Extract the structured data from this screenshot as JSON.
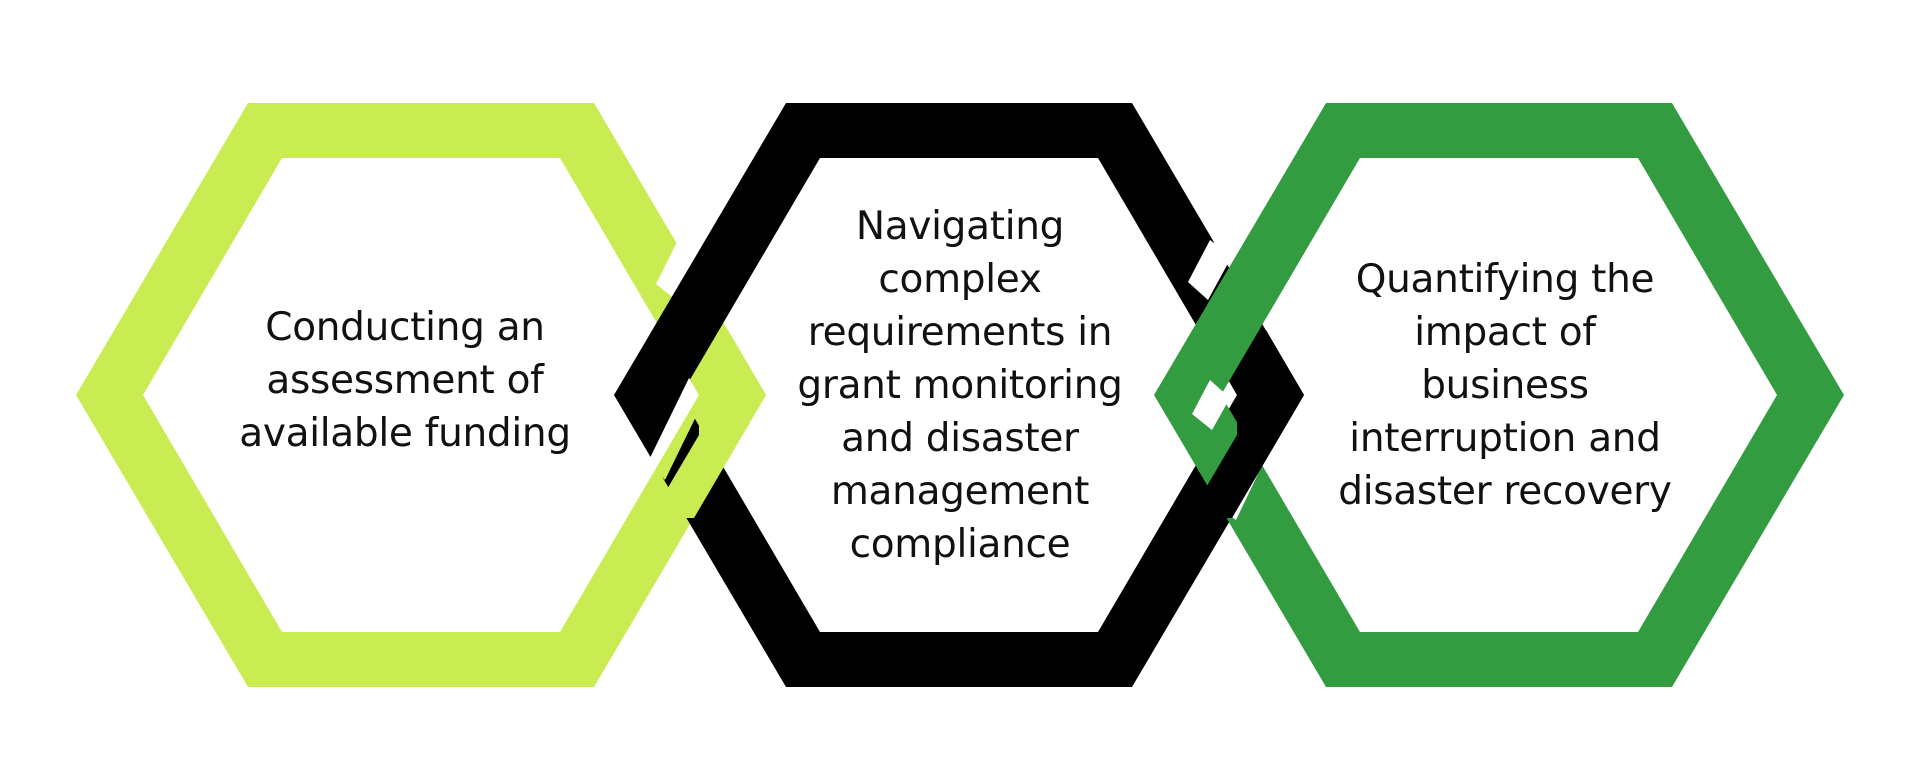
{
  "diagram": {
    "colors": {
      "background": "#ffffff",
      "hex_1": "#c9ec52",
      "hex_2": "#000000",
      "hex_3": "#339c41",
      "text": "#111111"
    },
    "hexagons": [
      {
        "id": "assessment",
        "color_key": "hex_1",
        "lines": [
          "Conducting an",
          "assessment of",
          "available funding"
        ]
      },
      {
        "id": "compliance",
        "color_key": "hex_2",
        "lines": [
          "Navigating",
          "complex",
          "requirements in",
          "grant monitoring",
          "and disaster",
          "management",
          "compliance"
        ]
      },
      {
        "id": "quantifying",
        "color_key": "hex_3",
        "lines": [
          "Quantifying the",
          "impact of",
          "business",
          "interruption and",
          "disaster recovery"
        ]
      }
    ]
  }
}
